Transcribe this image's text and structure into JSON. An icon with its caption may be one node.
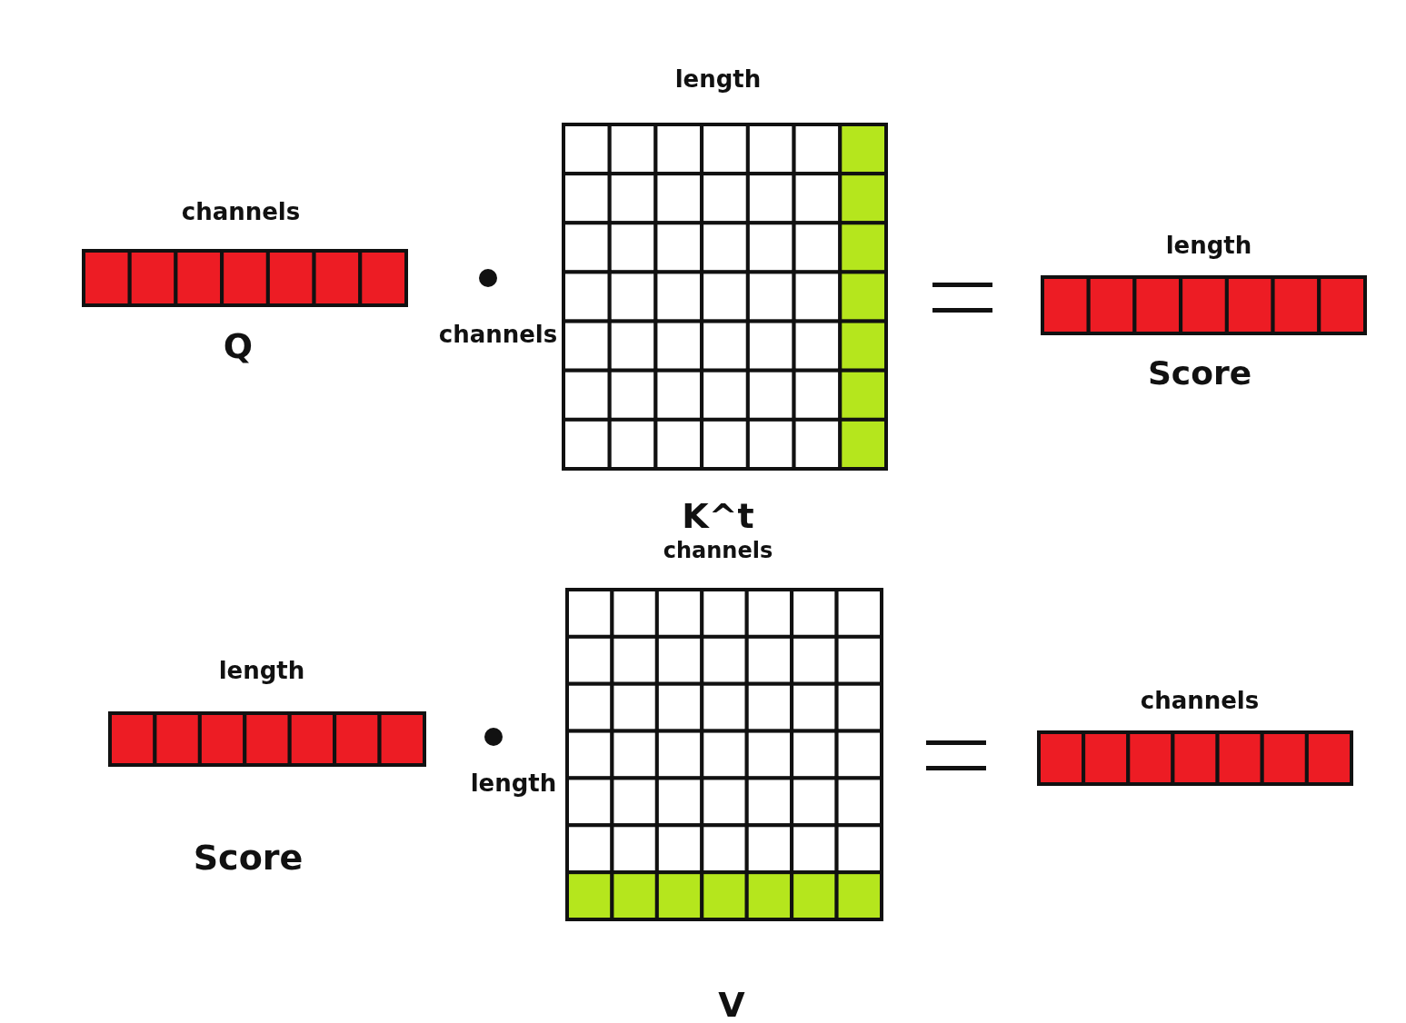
{
  "diagram": {
    "labels": [
      "length",
      "channels",
      "length",
      "channels",
      "Q",
      "Score",
      "K^t",
      "channels",
      "length",
      "channels",
      "length",
      "Score",
      "V"
    ]
  }
}
